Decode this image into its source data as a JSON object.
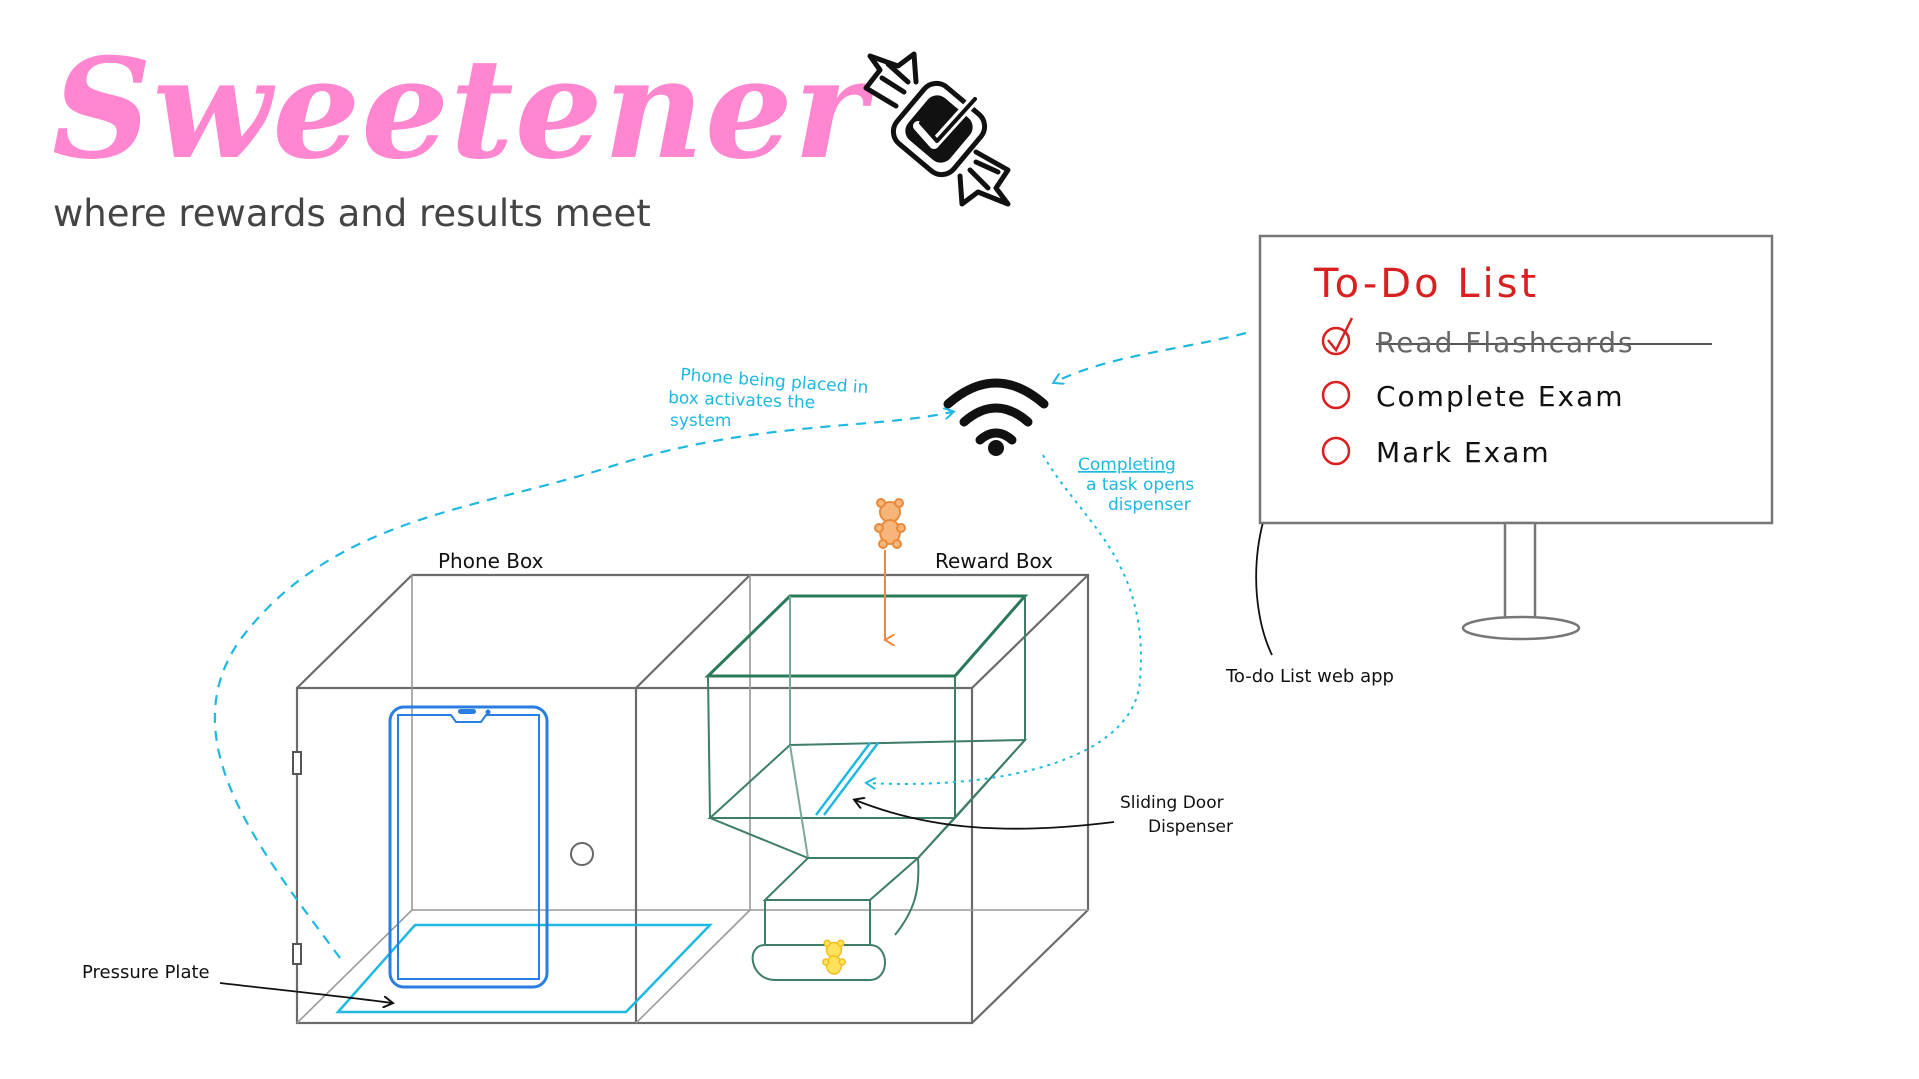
{
  "header": {
    "title": "Sweetener",
    "tagline": "where rewards and results meet"
  },
  "icons": [
    "candy-check-icon",
    "wifi-icon",
    "teddy-bear-icon"
  ],
  "colors": {
    "brand_pink": "#ff86cf",
    "annotation_cyan": "#1fb8e0",
    "phone_blue": "#2a7de1",
    "hopper_green": "#2a7a5a",
    "arrow_orange": "#f0883a",
    "todo_red": "#d92020",
    "ink": "#111111",
    "box_gray": "#666666"
  },
  "labels": {
    "phone_box": "Phone Box",
    "reward_box": "Reward Box",
    "pressure_plate": "Pressure Plate",
    "sliding_door_line1": "Sliding Door",
    "sliding_door_line2": "Dispenser",
    "todo_web_app": "To-do List web app"
  },
  "annotations": {
    "phone_placed": [
      "Phone being placed in",
      "box activates the",
      "system"
    ],
    "completing_task": [
      "Completing",
      "a task opens",
      "dispenser"
    ]
  },
  "todo": {
    "title": "To-Do List",
    "items": [
      {
        "label": "Read Flashcards",
        "done": true
      },
      {
        "label": "Complete Exam",
        "done": false
      },
      {
        "label": "Mark Exam",
        "done": false
      }
    ]
  }
}
